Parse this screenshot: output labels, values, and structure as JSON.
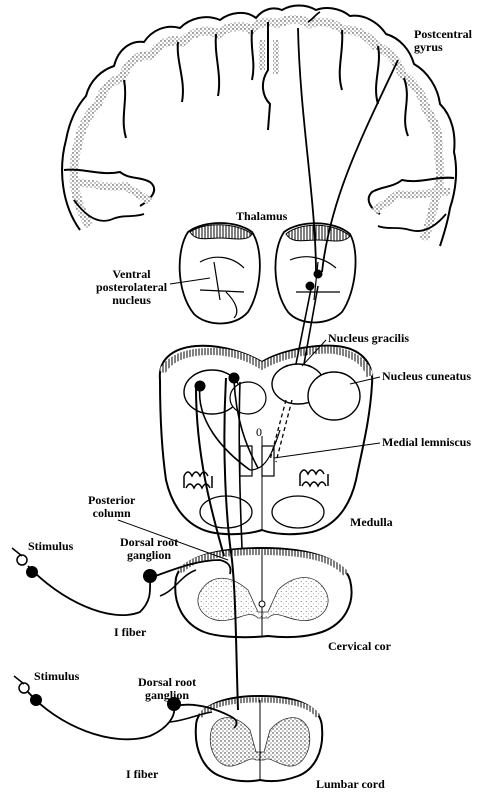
{
  "labels": {
    "postcentral_gyrus": "Postcentral\ngyrus",
    "thalamus": "Thalamus",
    "vpl_nucleus": "Ventral\nposterolateral\nnucleus",
    "nucleus_gracilis": "Nucleus gracilis",
    "nucleus_cuneatus": "Nucleus cuneatus",
    "medial_lemniscus": "Medial lemniscus",
    "posterior_column": "Posterior\ncolumn",
    "medulla": "Medulla",
    "stimulus_upper": "Stimulus",
    "drg_upper": "Dorsal root\nganglion",
    "fiber_upper": "I fiber",
    "cervical_cord": "Cervical cor",
    "stimulus_lower": "Stimulus",
    "drg_lower": "Dorsal root\nganglion",
    "fiber_lower": "I fiber",
    "lumbar_cord": "Lumbar cord",
    "central_canal_mark": "0"
  }
}
